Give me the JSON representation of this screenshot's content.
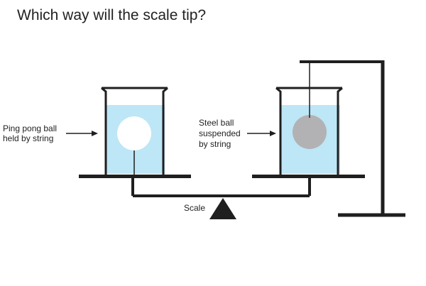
{
  "title": "Which way will the scale tip?",
  "labels": {
    "ping_pong": [
      "Ping pong ball",
      "held by string"
    ],
    "steel": [
      "Steel ball",
      "suspended",
      "by string"
    ],
    "scale": "Scale"
  },
  "colors": {
    "water": "#bde6f6",
    "steel_ball": "#b2b2b4",
    "ping_pong_ball": "#ffffff",
    "line": "#1f1f1f",
    "text": "#222222"
  }
}
